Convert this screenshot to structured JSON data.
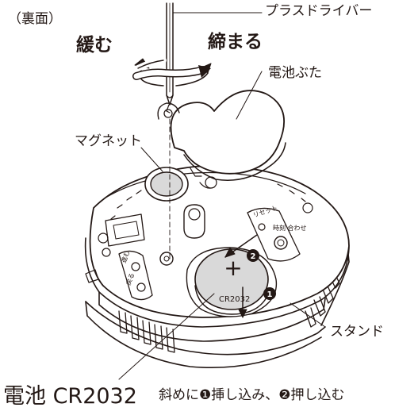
{
  "labels": {
    "back_side": "（裏面）",
    "loosen": "緩む",
    "tighten": "締まる",
    "screwdriver": "プラスドライバー",
    "battery_cover": "電池ぶた",
    "magnet": "マグネット",
    "stand": "スタンド",
    "battery_name": "電池 CR2032",
    "instruction": "斜めに❶挿し込み、❷押し込む"
  },
  "device_labels": {
    "reset": "リセット",
    "time_set": "時刻\n合わせ",
    "forward": "進む",
    "backward": "戻る",
    "battery_print": "CR2032",
    "plus": "+",
    "step1": "1",
    "step2": "2"
  }
}
